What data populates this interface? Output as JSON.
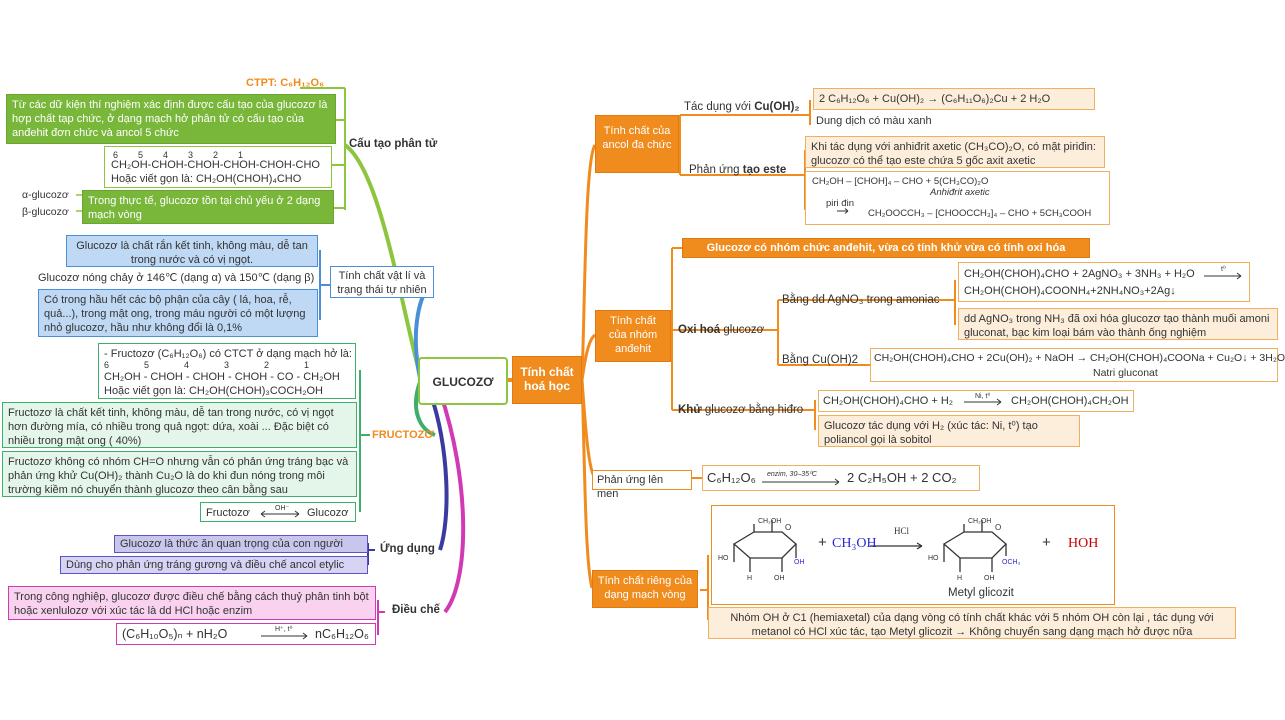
{
  "colors": {
    "orange": "#f08c1e",
    "green": "#8cc63f",
    "blue": "#4a90d9",
    "teal": "#3fae6a",
    "purple": "#5a55c4",
    "pink": "#d23ab4",
    "red": "#cc0000"
  },
  "center": {
    "title": "GLUCOZƠ"
  },
  "left": {
    "cau_tao": {
      "label": "Cấu tạo phân tử",
      "ctpt": "CTPT: C₆H₁₂O₆",
      "desc": "Từ các dữ kiện thí nghiệm xác định được cấu tạo của glucozơ là hợp chất tạp chức, ở dạng mạch hở phân tử có cấu tạo của anđehit đơn chức và ancol 5 chức",
      "numbers": "6        5        4        3        2        1",
      "formula": "CH₂OH-CHOH-CHOH-CHOH-CHOH-CHO",
      "short": "Hoặc viết gọn là: CH₂OH(CHOH)₄CHO",
      "alpha": "α-glucozơ",
      "beta": "β-glucozơ",
      "ring": "Trong thực tế, glucozơ tồn tại chủ yếu ở 2 dạng mạch vòng"
    },
    "vat_li": {
      "label": "Tính chất vật lí và trạng thái tự nhiên",
      "p1": "Glucozơ là chất rắn kết tinh, không màu, dễ tan trong nước và có vị ngọt.",
      "p2": "Glucozơ nóng chảy ở 146℃ (dạng α) và 150℃ (dạng β)",
      "p3": "Có trong hầu hết các bộ phận của cây ( lá, hoa, rễ, quả...), trong mật ong, trong máu người có một lượng nhỏ glucozơ, hầu như không đổi là 0,1%"
    },
    "fructozo": {
      "label": "FRUCTOZƠ",
      "p1a": "- Fructozơ (C₆H₁₂O₆) có CTCT ở dạng mạch hở là:",
      "p1n": "6              5              4              3              2              1",
      "p1b": "CH₂OH - CHOH - CHOH - CHOH - CO - CH₂OH",
      "p1c": "Hoặc viết gọn là:  CH₂OH(CHOH)₃COCH₂OH",
      "p2": "Fructozơ là chất kết tinh, không màu, dễ tan trong nước, có vị ngọt hơn đường mía, có nhiều trong quả ngọt: dứa, xoài ... Đặc biệt có nhiều trong mật ong ( 40%)",
      "p3": "Fructozơ không có nhóm CH=O nhưng vẫn có phản ứng tráng bạc và phản ứng khử Cu(OH)₂ thành Cu₂O là do khi đun nóng trong môi trường kiềm nó chuyển thành glucozơ theo cân bằng sau",
      "eq_left": "Fructozơ",
      "eq_cond": "OH⁻",
      "eq_right": "Glucozơ"
    },
    "ung_dung": {
      "label": "Ứng dụng",
      "p1": "Glucozơ là thức ăn quan trọng của con người",
      "p2": "Dùng cho phản ứng tráng gương và điều chế ancol etylic"
    },
    "dieu_che": {
      "label": "Điều chế",
      "p1": "Trong công nghiệp, glucozơ được điều chế bằng cách thuỷ phân tinh bột hoặc xenlulozơ với xúc tác là dd HCl hoặc enzim",
      "eq_left": "(C₆H₁₀O₅)ₙ   +  nH₂O",
      "eq_cond": "H⁺, t⁰",
      "eq_right": "nC₆H₁₂O₆"
    }
  },
  "right": {
    "hub": "Tính chất hoá học",
    "ancol": {
      "label": "Tính chất của ancol đa chức",
      "cu_label_a": "Tác dụng với ",
      "cu_label_b": "Cu(OH)₂",
      "cu_eq": "2 C₆H₁₂O₆ + Cu(OH)₂ → (C₆H₁₁O₆)₂Cu + 2 H₂O",
      "cu_note": "Dung dịch có màu xanh",
      "este_a": "Phản ứng ",
      "este_b": "tạo este",
      "este_desc": "Khi tác dụng với anhiđrit axetic (CH₃CO)₂O, có mặt piriđin: glucozơ có thể tạo este chứa 5 gốc axit axetic",
      "este_eq1": "CH₂OH – [CHOH]₄ – CHO   +      5(CH₃CO)₂O",
      "este_eq2": "Anhiđrit axetic",
      "este_eq3": "piri đin",
      "este_eq4": "CH₂OOCCH₃ – [CHOOCCH₃]₄ – CHO    +   5CH₃COOH"
    },
    "andehit": {
      "label": "Tính chất của nhóm anđehit",
      "heading": "Glucozơ có nhóm chức anđehit, vừa có tính khử vừa có tính oxi hóa",
      "oxi_a": "Oxi hoá",
      "oxi_b": " glucozơ",
      "agno3_label": "Bằng dd AgNO₃ trong amoniac",
      "agno3_eq1": "CH₂OH(CHOH)₄CHO + 2AgNO₃ + 3NH₃ + H₂O",
      "agno3_eq2": "CH₂OH(CHOH)₄COONH₄+2NH₄NO₃+2Ag↓",
      "agno3_cond": "t⁰",
      "agno3_note": "dd AgNO₃ trong NH₃ đã oxi hóa glucozơ tạo thành muối amoni gluconat, bạc kim loại bám vào thành ống nghiệm",
      "cuoh_label": "Bằng Cu(OH)2",
      "cuoh_eq": "CH₂OH(CHOH)₄CHO + 2Cu(OH)₂ + NaOH → CH₂OH(CHOH)₄COONa + Cu₂O↓ + 3H₂O",
      "cuoh_name": "Natri gluconat",
      "khu_a": "Khử",
      "khu_b": " glucozơ bằng hiđro",
      "khu_eq_left": "CH₂OH(CHOH)₄CHO  +  H₂",
      "khu_cond": "Ni, t⁰",
      "khu_eq_right": "CH₂OH(CHOH)₄CH₂OH",
      "khu_note": "Glucozơ tác dụng với H₂ (xúc tác: Ni, t⁰) tạo poliancol gọi là sobitol"
    },
    "len_men": {
      "label": "Phản ứng lên men",
      "eq_left": "C₆H₁₂O₆",
      "eq_cond": "enzim, 30–35⁰C",
      "eq_right": "2 C₂H₅OH   +  2 CO₂"
    },
    "rieng": {
      "label": "Tính chất riêng của dạng mạch vòng",
      "plus1": "+",
      "ch3oh": "CH₃OH",
      "hcl": "HCl",
      "plus2": "+",
      "hoh": "HOH",
      "product": "Metyl glicozit",
      "note": "Nhóm OH ở C1 (hemiaxetal) của dạng vòng có tính chất khác với 5 nhóm OH còn lại , tác dụng với metanol có HCl xúc tác, tạo Metyl glicozit → Không chuyển sang dạng mạch hở được nữa"
    }
  },
  "ring_labels": {
    "ch2oh": "CH₂OH",
    "h": "H",
    "oh": "OH",
    "o": "O",
    "ho": "HO",
    "och3": "OCH₃"
  }
}
